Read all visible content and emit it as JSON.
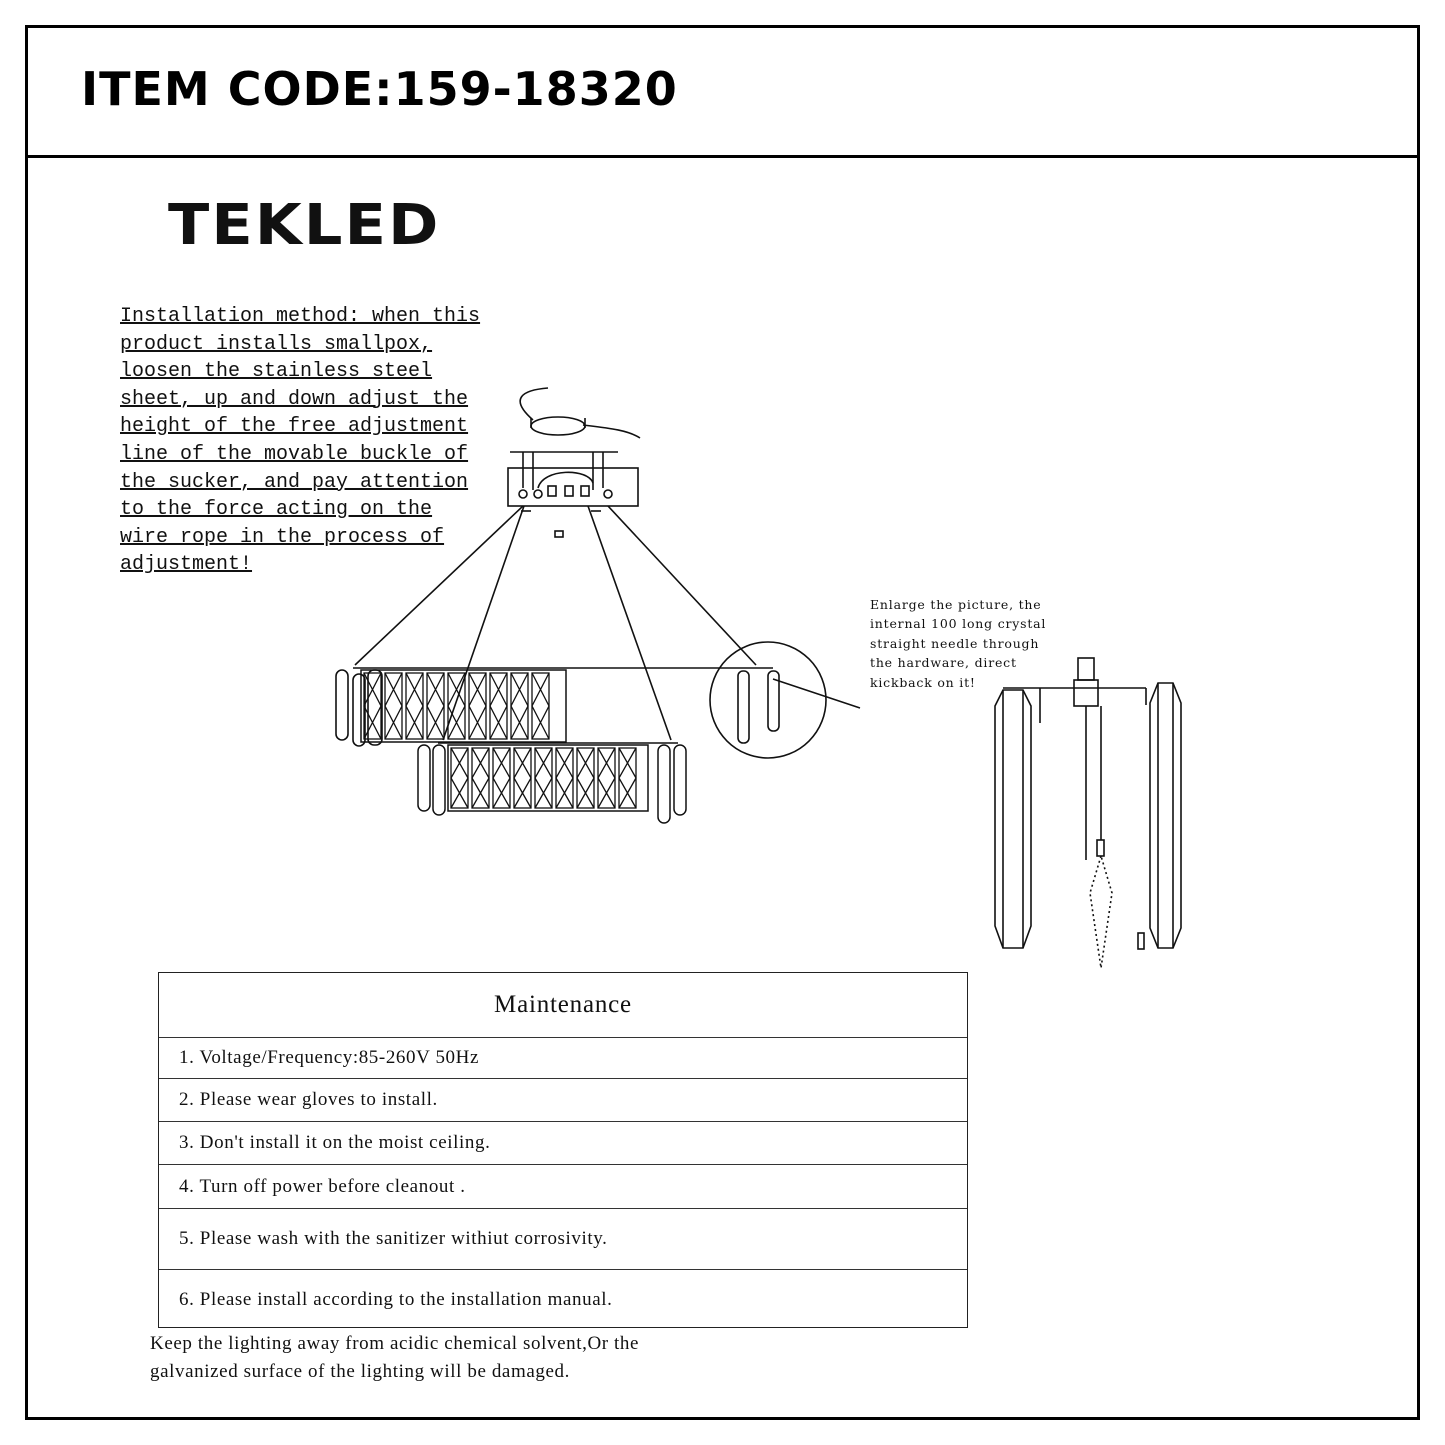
{
  "header": {
    "item_code": "ITEM CODE:159-18320"
  },
  "brand": {
    "logo_text": "TEKLED"
  },
  "installation": {
    "text": "Installation method: when this\nproduct installs smallpox,\nloosen the stainless steel\nsheet, up and down adjust the\nheight of the free adjustment\nline of the movable buckle of\nthe sucker, and pay attention\nto the force acting on the\nwire rope in the process of\nadjustment!"
  },
  "enlarge_note": {
    "text": "Enlarge the picture, the\ninternal 100 long crystal\nstraight needle through\nthe hardware, direct\nkickback on it!"
  },
  "maintenance": {
    "title": "Maintenance",
    "items": [
      "1. Voltage/Frequency:85-260V 50Hz",
      "2. Please wear gloves to install.",
      "3. Don't install it on the moist ceiling.",
      "4. Turn off power before cleanout .",
      "5. Please wash with the sanitizer withiut corrosivity.",
      "6. Please install according to the installation manual."
    ]
  },
  "footer_note": {
    "text": "Keep the lighting away from acidic chemical solvent,Or the\ngalvanized surface of the lighting will be damaged."
  }
}
